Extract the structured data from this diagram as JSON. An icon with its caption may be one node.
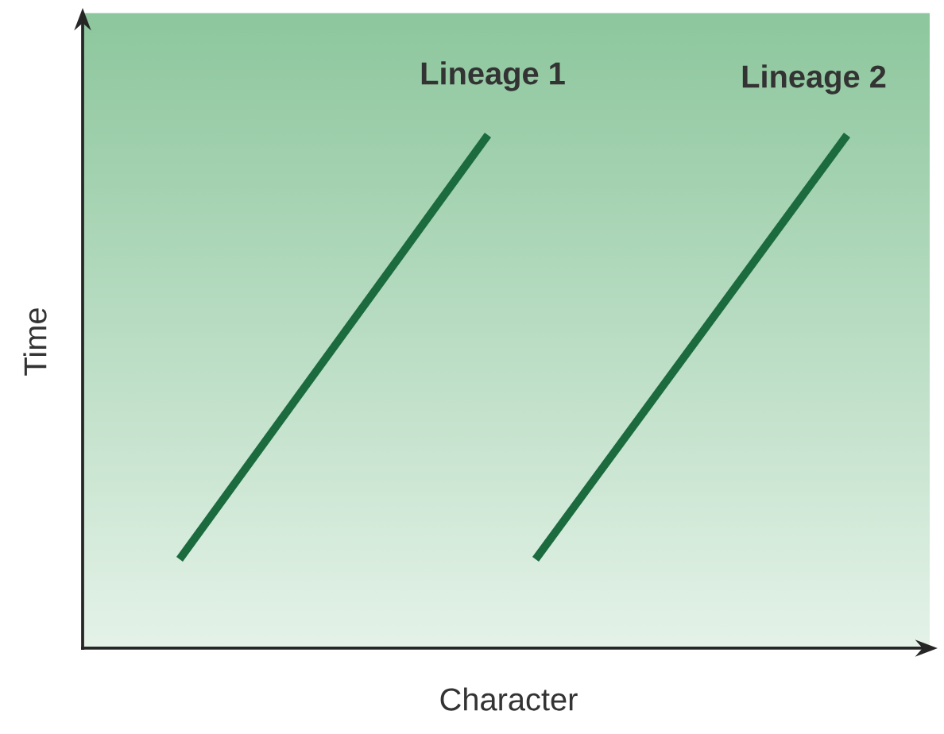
{
  "diagram": {
    "labels": [
      "Lineage 1",
      "Lineage 2",
      "Time",
      "Character"
    ]
  }
}
